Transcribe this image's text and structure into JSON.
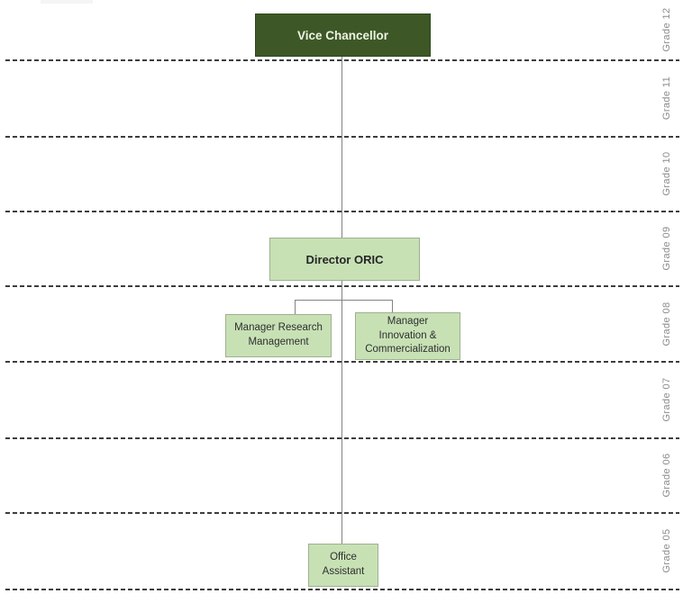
{
  "org_chart": {
    "nodes": [
      {
        "id": "vice-chancellor",
        "label": "Vice Chancellor",
        "grade": "Grade 12",
        "variant": "dark"
      },
      {
        "id": "director-oric",
        "label": "Director ORIC",
        "grade": "Grade 09",
        "variant": "light"
      },
      {
        "id": "manager-research-management",
        "label": "Manager Research\nManagement",
        "grade": "Grade 08",
        "variant": "light"
      },
      {
        "id": "manager-innovation-commercialization",
        "label": "Manager\nInnovation &\nCommercialization",
        "grade": "Grade 08",
        "variant": "light"
      },
      {
        "id": "office-assistant",
        "label": "Office\nAssistant",
        "grade": "Grade 05",
        "variant": "light"
      }
    ],
    "edges": [
      {
        "from": "vice-chancellor",
        "to": "director-oric"
      },
      {
        "from": "director-oric",
        "to": "manager-research-management"
      },
      {
        "from": "director-oric",
        "to": "manager-innovation-commercialization"
      },
      {
        "from": "director-oric",
        "to": "office-assistant"
      }
    ]
  },
  "grade_scale": [
    "Grade 12",
    "Grade 11",
    "Grade 10",
    "Grade 09",
    "Grade 08",
    "Grade 07",
    "Grade 06",
    "Grade 05"
  ],
  "colors": {
    "dark_node_fill": "#3d5826",
    "dark_node_border": "#2f471c",
    "dark_node_text": "#eef2e4",
    "light_node_fill": "#c7e1b5",
    "light_node_border": "#9fb08f",
    "light_node_text": "#262626",
    "connector": "#828282",
    "grade_divider": "#3d3d3d",
    "grade_label_text": "#8c8c8c"
  }
}
